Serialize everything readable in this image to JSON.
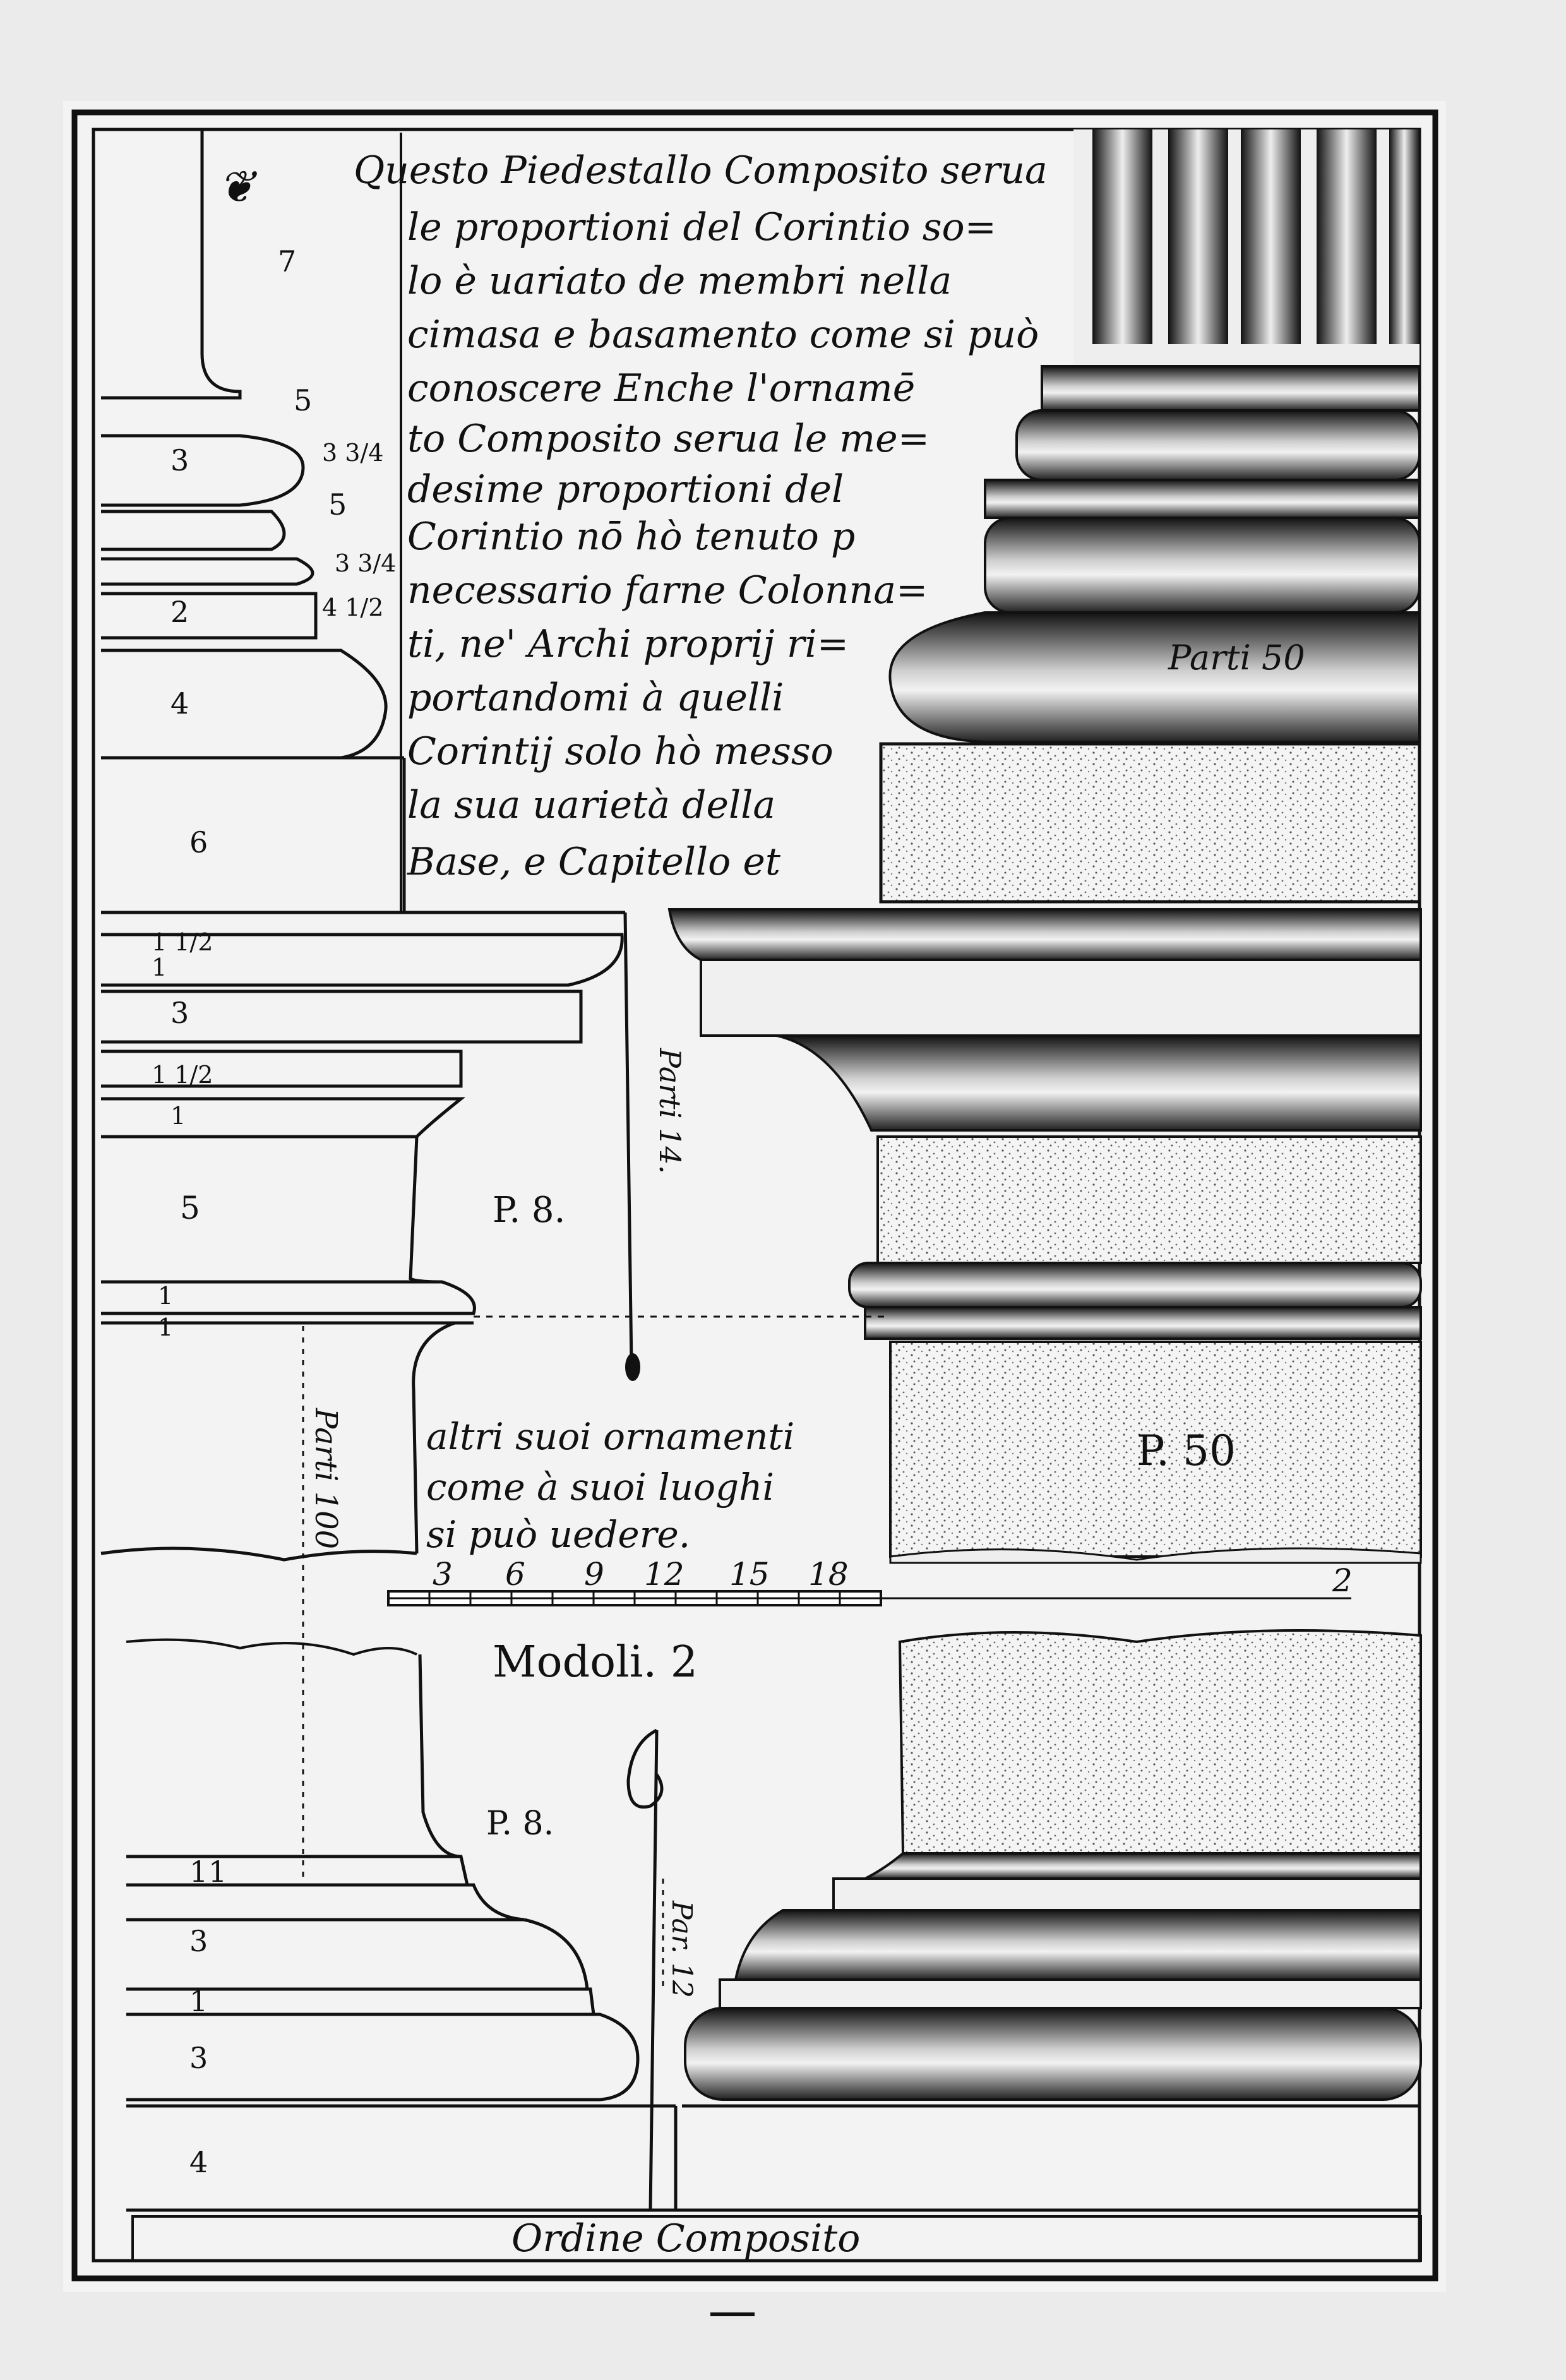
{
  "text": {
    "lines": [
      "Questo Piedestallo Composito serua",
      "le proportioni del Corintio so=",
      "lo è uariato de membri nella",
      "cimasa e basamento come si può",
      "conoscere Enche l'ornamē",
      "to Composito serua le me=",
      "desime proportioni del",
      "Corintio nō hò tenuto p",
      "necessario farne Colonna=",
      "ti, ne' Archi proprij ri=",
      "portandomi à quelli",
      "Corintij solo hò messo",
      "la sua uarietà della",
      "Base, e Capitello et"
    ],
    "continuation": [
      "altri suoi ornamenti",
      "come à suoi luoghi",
      "si può uedere."
    ]
  },
  "labels": {
    "parti_50": "Parti 50",
    "parti_14": "Parti 14.",
    "parti_100": "Parti 100",
    "par_12": "Par. 12",
    "p8_top": "P. 8.",
    "p8_bottom": "P. 8.",
    "p50": "P. 50",
    "modoli": "Modoli. 2",
    "scale_end": "2",
    "footer": "Ordine Composito"
  },
  "scale": [
    "3",
    "6",
    "9",
    "12",
    "15",
    "18"
  ],
  "dims": {
    "base_upper": [
      "7",
      "5",
      "3",
      "3 3/4",
      "5",
      "3 3/4",
      "2",
      "4 1/2",
      "4",
      "6"
    ],
    "cornice": [
      "1 1/2",
      "1",
      "3",
      "1 1/2",
      "1",
      "5",
      "1",
      "1"
    ],
    "base_lower": [
      "1",
      "1",
      "3",
      "1",
      "3",
      "4"
    ]
  }
}
